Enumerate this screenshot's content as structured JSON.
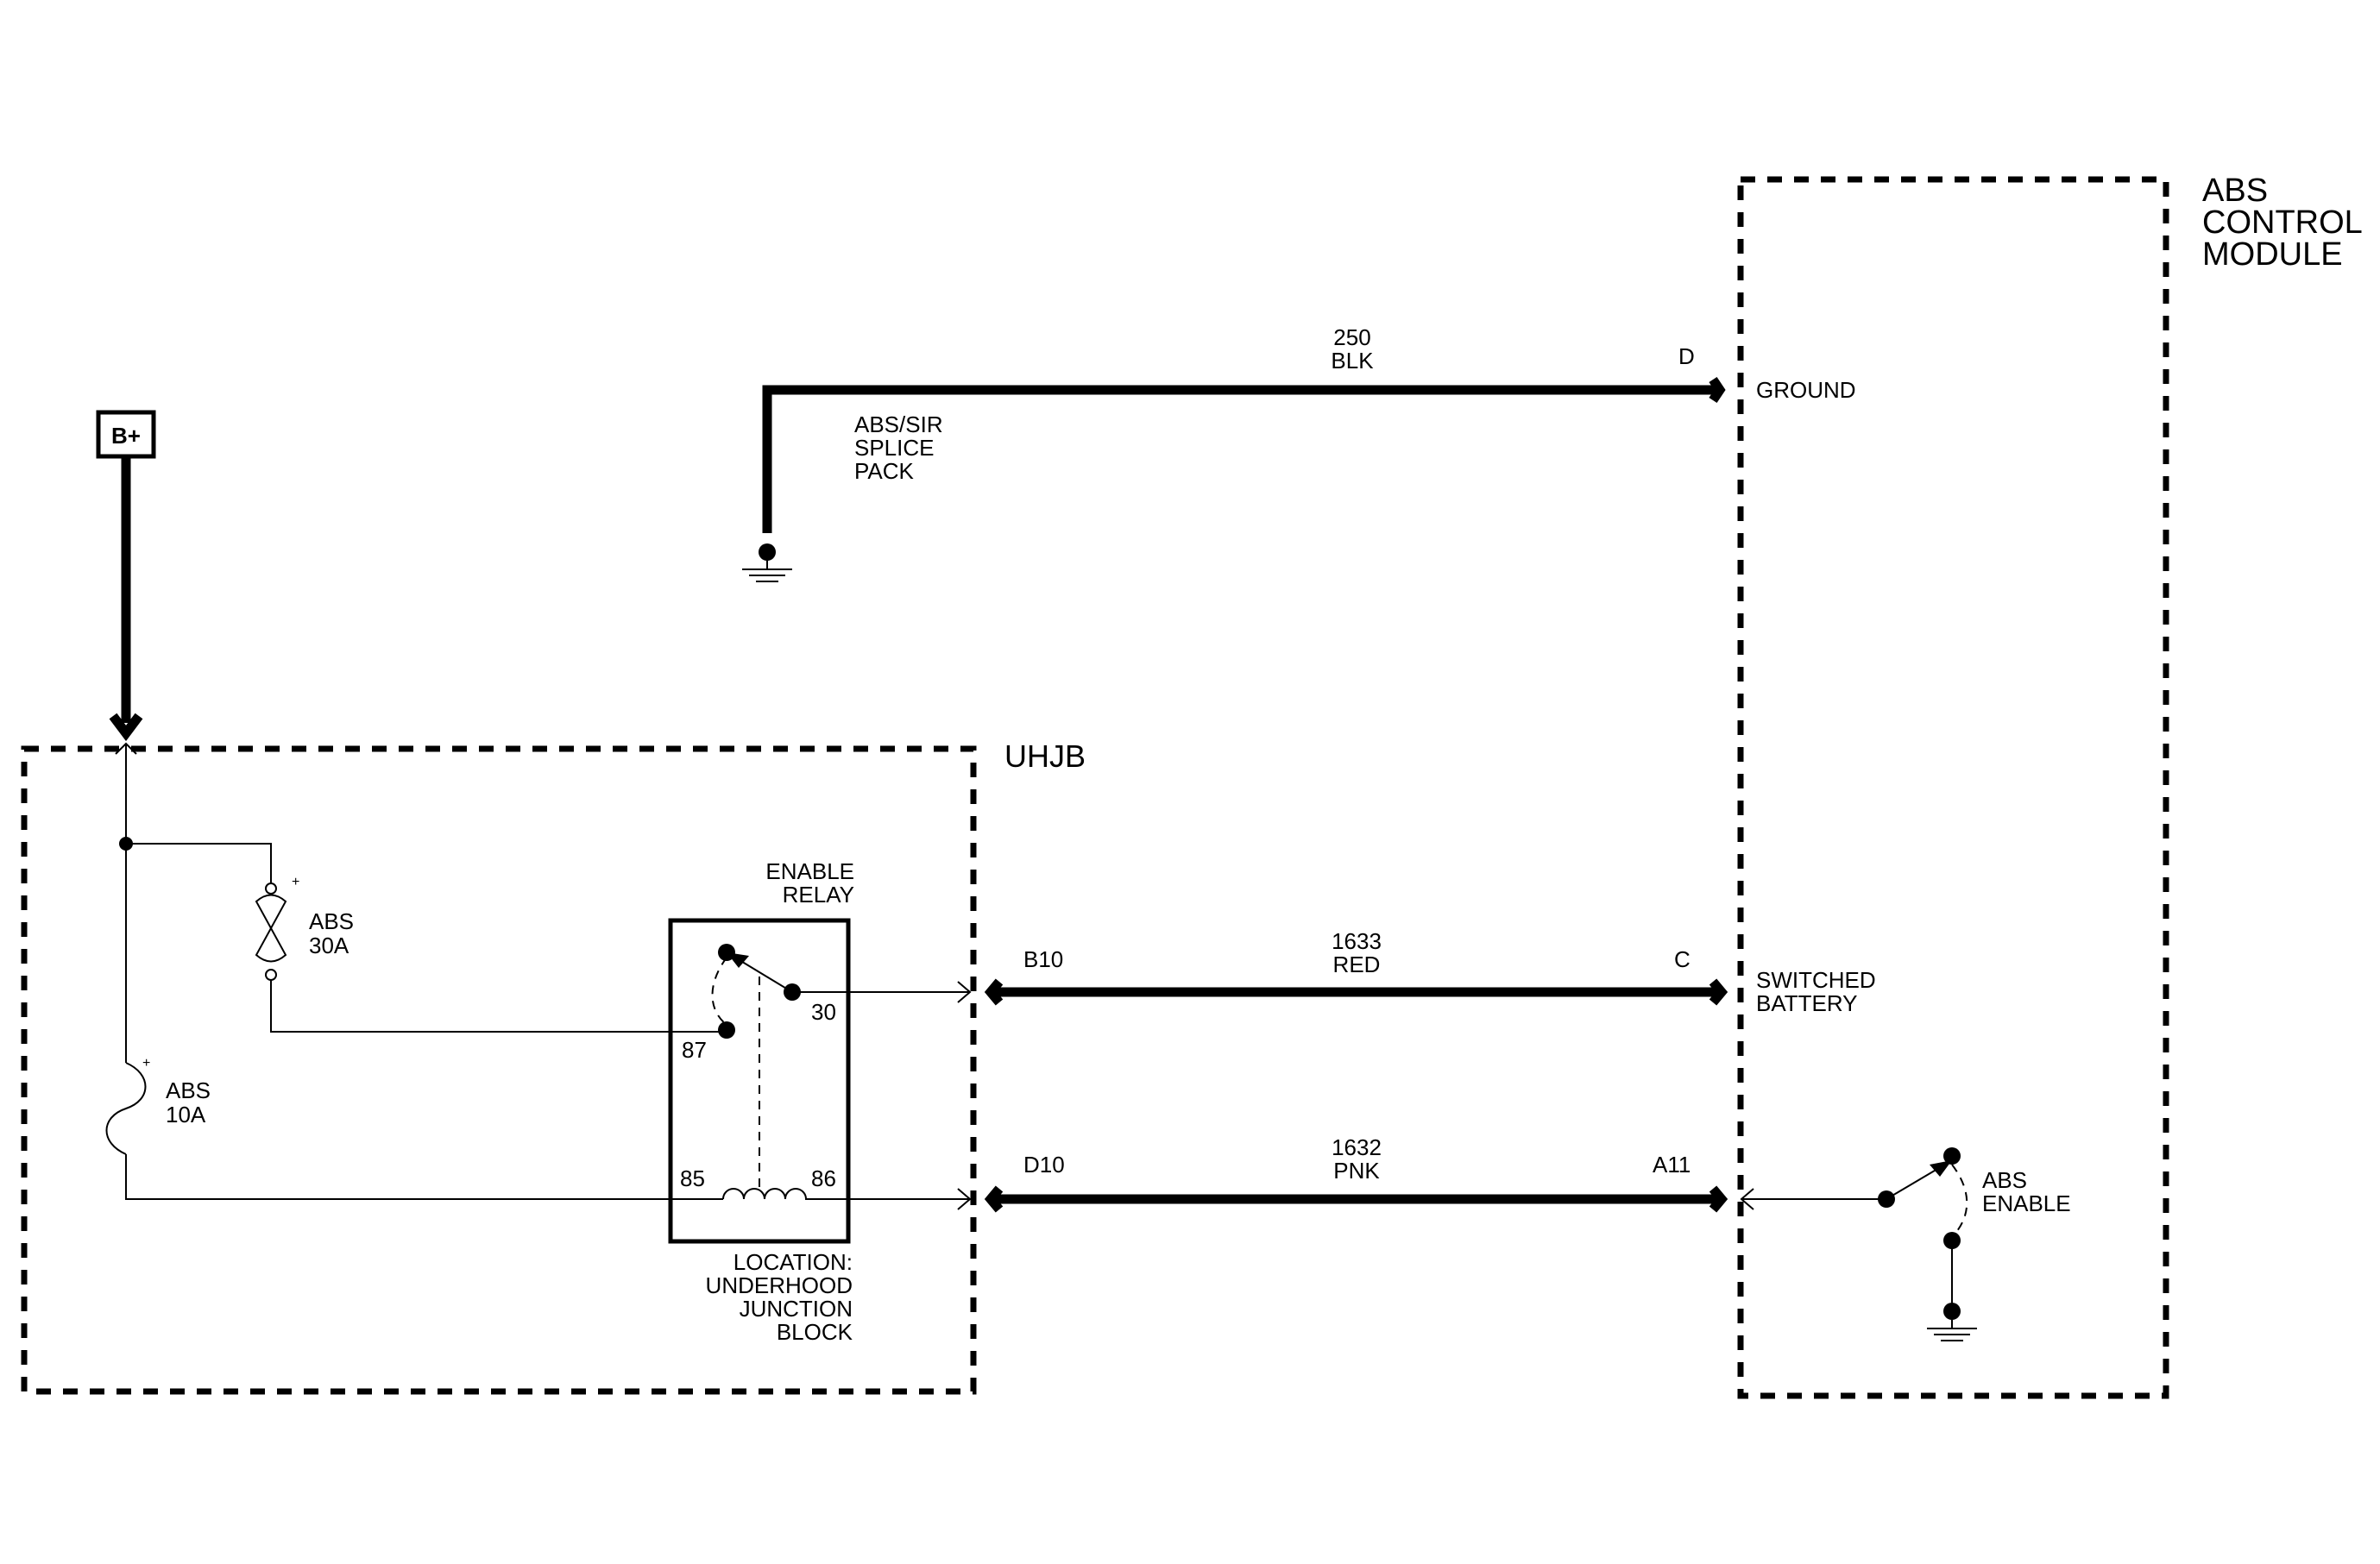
{
  "labels": {
    "b_plus": "B+",
    "uhjb": "UHJB",
    "abs_module": [
      "ABS",
      "CONTROL",
      "MODULE"
    ],
    "ground_terminal": "GROUND",
    "switched_battery": [
      "SWITCHED",
      "BATTERY"
    ],
    "abs_enable_switch": [
      "ABS",
      "ENABLE"
    ],
    "splice_pack": [
      "ABS/SIR",
      "SPLICE",
      "PACK"
    ],
    "enable_relay": [
      "ENABLE",
      "RELAY"
    ],
    "location": [
      "LOCATION:",
      "UNDERHOOD",
      "JUNCTION",
      "BLOCK"
    ],
    "fuse_30a": [
      "ABS",
      "30A"
    ],
    "fuse_10a": [
      "ABS",
      "10A"
    ],
    "plus_sign": "+"
  },
  "relay_pins": {
    "p87": "87",
    "p30": "30",
    "p85": "85",
    "p86": "86"
  },
  "circuits": [
    {
      "id": "ground",
      "number": "250",
      "color": "BLK",
      "from_pin": "",
      "to_pin": "D"
    },
    {
      "id": "switched-battery",
      "number": "1633",
      "color": "RED",
      "from_pin": "B10",
      "to_pin": "C"
    },
    {
      "id": "abs-enable",
      "number": "1632",
      "color": "PNK",
      "from_pin": "D10",
      "to_pin": "A11"
    }
  ]
}
